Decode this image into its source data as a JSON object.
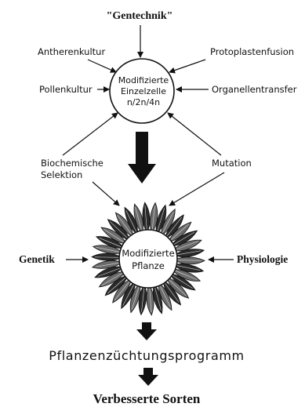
{
  "top_label": "\"Gentechnik\"",
  "inputs": {
    "antheren": "Antherenkultur",
    "protoplast": "Protoplastenfusion",
    "pollen": "Pollenkultur",
    "organell": "Organellentransfer",
    "biochem_line1": "Biochemische",
    "biochem_line2": "Selektion",
    "mutation": "Mutation"
  },
  "cell": {
    "line1": "Modifizierte",
    "line2": "Einzelzelle",
    "line3": "n/2n/4n"
  },
  "plant": {
    "line1": "Modifizierte",
    "line2": "Pflanze"
  },
  "side_labels": {
    "left": "Genetik",
    "right": "Physiologie"
  },
  "program": "Pflanzenzüchtungsprogramm",
  "result": "Verbesserte Sorten"
}
